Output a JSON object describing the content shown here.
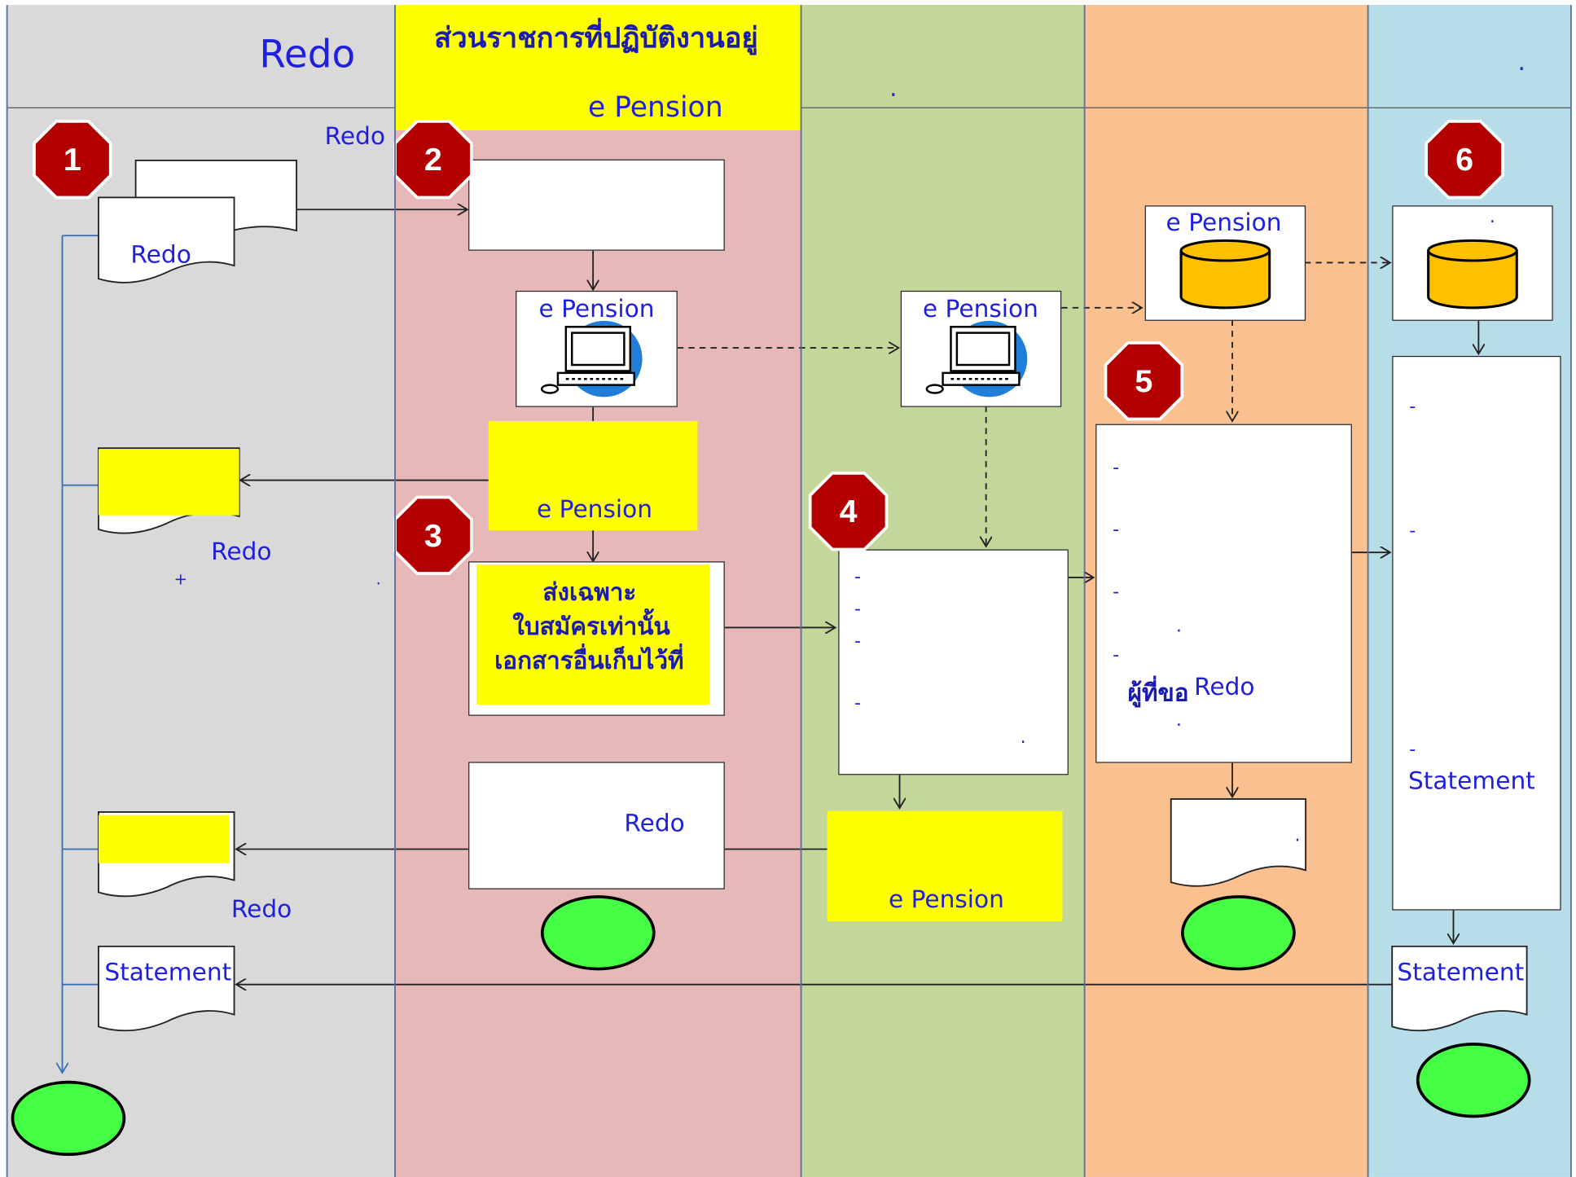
{
  "header": {
    "lane1_title": "Redo",
    "lane2_title_thai": "ส่วนราชการที่ปฏิบัติงานอยู่",
    "lane2_title_sub": "e Pension",
    "lane3_title": ".",
    "lane5_title": "."
  },
  "lane1": {
    "top_label": "Redo",
    "doc1_label": "Redo",
    "doc2_label": "Redo",
    "doc2_note_plus": "+",
    "doc2_note_dot": ".",
    "doc3_label": "Redo",
    "doc4_label": "Statement"
  },
  "lane2": {
    "epension_box": "e Pension",
    "yellow_box_label": "e Pension",
    "thai_box": [
      "ส่งเฉพาะ",
      "ใบสมัครเท่านั้น",
      "เอกสารอื่นเก็บไว้ที่"
    ],
    "redo_box": "Redo"
  },
  "lane3": {
    "epension_box": "e Pension",
    "list_dashes": [
      "-",
      "-",
      "-",
      "-"
    ],
    "list_dot": ".",
    "yellow_box_label": "e Pension"
  },
  "lane4": {
    "db_label": "e Pension",
    "list_dashes": [
      "-",
      "-",
      "-",
      "-"
    ],
    "list_dot_1": ".",
    "list_thai": "ผู้ที่ขอ",
    "list_redo": "Redo",
    "list_dot_2": ".",
    "doc_dot": "."
  },
  "lane5": {
    "db_label": ".",
    "list_dashes": [
      "-",
      "-",
      "-"
    ],
    "list_statement": "Statement",
    "doc_label": "Statement"
  },
  "steps": [
    "1",
    "2",
    "3",
    "4",
    "5",
    "6"
  ],
  "colors": {
    "lane1": "#d9d9d9",
    "lane2": "#e6b8b7",
    "lane3": "#c4d79b",
    "lane4": "#fac090",
    "lane5": "#b7dee8",
    "highlight": "#ffff00",
    "text": "#1f1fdc",
    "badge": "#c00000",
    "terminal": "#44ff44",
    "cylinder": "#ffc000"
  }
}
